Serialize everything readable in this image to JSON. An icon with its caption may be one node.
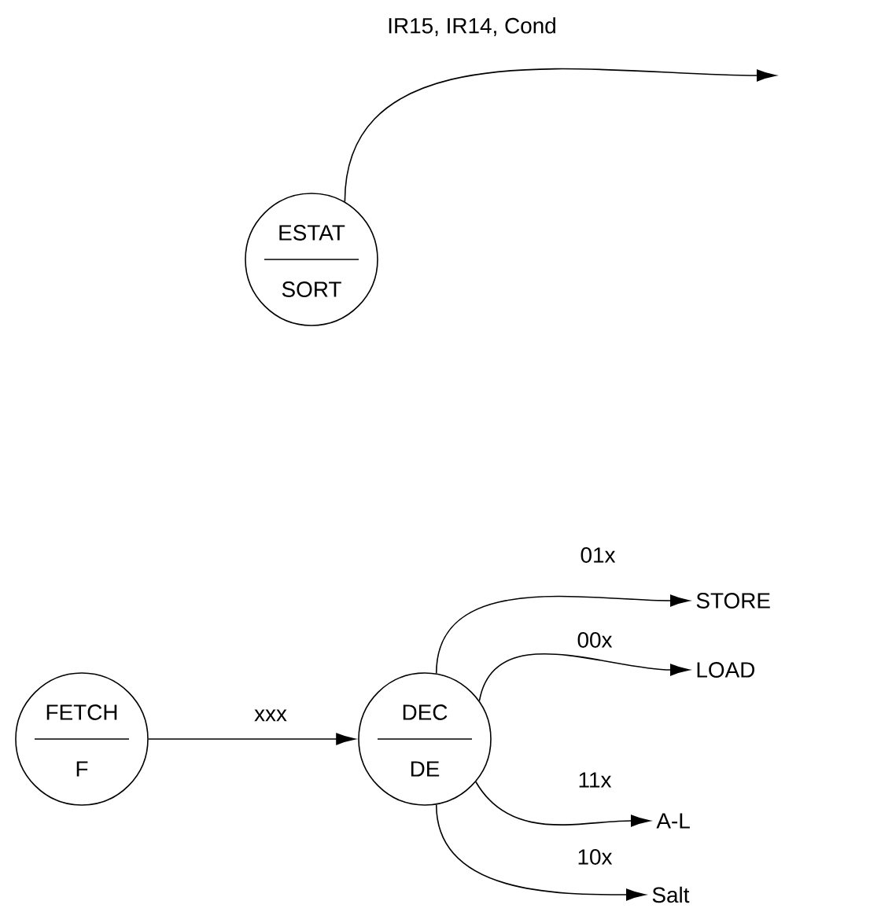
{
  "diagram": {
    "nodes": [
      {
        "text": [
          "ESTAT",
          "SORT"
        ]
      },
      {
        "text": [
          "FETCH",
          "F"
        ]
      },
      {
        "text": [
          "DEC",
          "DE"
        ]
      },
      {
        "text": [
          "STORE"
        ]
      },
      {
        "text": [
          "LOAD"
        ]
      },
      {
        "text": [
          "A-L"
        ]
      },
      {
        "text": [
          "Salt"
        ]
      }
    ],
    "edges": [
      {
        "from": 0,
        "to": null,
        "arrow": "to",
        "label": "IR15, IR14, Cond"
      },
      {
        "from": 1,
        "to": 2,
        "arrow": "to",
        "label": "xxx"
      },
      {
        "from": 2,
        "to": 3,
        "arrow": "to",
        "label": "01x"
      },
      {
        "from": 2,
        "to": 4,
        "arrow": "to",
        "label": "00x"
      },
      {
        "from": 2,
        "to": 5,
        "arrow": "to",
        "label": "11x"
      },
      {
        "from": 2,
        "to": 6,
        "arrow": "to",
        "label": "10x"
      }
    ]
  }
}
